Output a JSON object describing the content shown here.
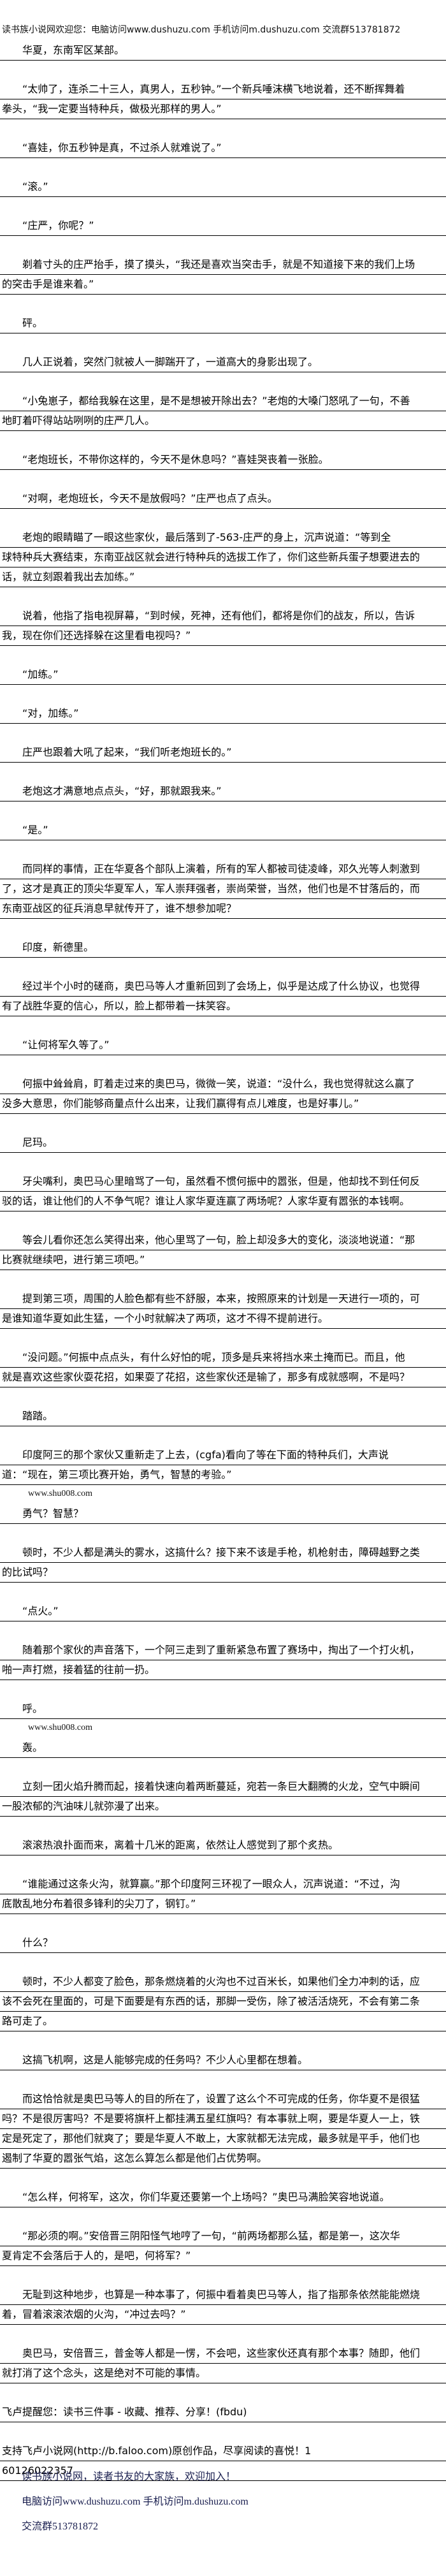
{
  "header": "读书族小说网欢迎您：电脑访问www.dushuzu.com 手机访问m.dushuzu.com 交流群513781872",
  "paragraphs": [
    {
      "indent": true,
      "lines": [
        "华夏，东南军区某部。"
      ]
    },
    {
      "indent": true,
      "lines": [
        "“太帅了，连杀二十三人，真男人，五秒钟。”一个新兵唾沫横飞地说着，还不断挥舞着",
        "拳头，“我一定要当特种兵，做极光那样的男人。”"
      ]
    },
    {
      "indent": true,
      "lines": [
        "“喜娃，你五秒钟是真，不过杀人就难说了。”"
      ]
    },
    {
      "indent": true,
      "lines": [
        "“滚。”"
      ]
    },
    {
      "indent": true,
      "lines": [
        "“庄严，你呢？”"
      ]
    },
    {
      "indent": true,
      "lines": [
        "剃着寸头的庄严抬手，摸了摸头，“我还是喜欢当突击手，就是不知道接下来的我们上场",
        "的突击手是谁来着。”"
      ]
    },
    {
      "indent": true,
      "lines": [
        "砰。"
      ]
    },
    {
      "indent": true,
      "lines": [
        "几人正说着，突然门就被人一脚踹开了，一道高大的身影出现了。"
      ]
    },
    {
      "indent": true,
      "lines": [
        "“小兔崽子，都给我躲在这里，是不是想被开除出去？”老炮的大嗓门怒吼了一句，不善",
        "地盯着吓得站站咧咧的庄严几人。"
      ]
    },
    {
      "indent": true,
      "lines": [
        "“老炮班长，不带你这样的，今天不是休息吗？”喜娃哭丧着一张脸。"
      ]
    },
    {
      "indent": true,
      "lines": [
        "“对啊，老炮班长，今天不是放假吗？”庄严也点了点头。"
      ]
    },
    {
      "indent": true,
      "lines": [
        "老炮的眼睛瞄了一眼这些家伙，最后落到了-563-庄严的身上，沉声说道：“等到全",
        "球特种兵大赛结束，东南亚战区就会进行特种兵的选拔工作了，你们这些新兵蛋子想要进去的",
        "话，就立刻跟着我出去加练。”"
      ]
    },
    {
      "indent": true,
      "lines": [
        "说着，他指了指电视屏幕，“到时候，死神，还有他们，都将是你们的战友，所以，告诉",
        "我，现在你们还选择躲在这里看电视吗？”"
      ]
    },
    {
      "indent": true,
      "lines": [
        "“加练。”"
      ]
    },
    {
      "indent": true,
      "lines": [
        "“对，加练。”"
      ]
    },
    {
      "indent": true,
      "lines": [
        "庄严也跟着大吼了起来，“我们听老炮班长的。”"
      ]
    },
    {
      "indent": true,
      "lines": [
        "老炮这才满意地点点头，“好，那就跟我来。”"
      ]
    },
    {
      "indent": true,
      "lines": [
        "“是。”"
      ]
    },
    {
      "indent": true,
      "lines": [
        "而同样的事情，正在华夏各个部队上演着，所有的军人都被司徒凌峰，邓久光等人刺激到",
        "了，这才是真正的顶尖华夏军人，军人崇拜强者，崇尚荣誉，当然，他们也是不甘落后的，而",
        "东南亚战区的征兵消息早就传开了，谁不想参加呢？"
      ]
    },
    {
      "indent": true,
      "lines": [
        "印度，新德里。"
      ]
    },
    {
      "indent": true,
      "lines": [
        "经过半个小时的磋商，奥巴马等人才重新回到了会场上，似乎是达成了什么协议，也觉得",
        "有了战胜华夏的信心，所以，脸上都带着一抹笑容。"
      ]
    },
    {
      "indent": true,
      "lines": [
        "“让何将军久等了。”"
      ]
    },
    {
      "indent": true,
      "lines": [
        "何振中耸耸肩，盯着走过来的奥巴马，微微一笑，说道：“没什么，我也觉得就这么赢了",
        "没多大意思，你们能够商量点什么出来，让我们赢得有点儿难度，也是好事儿。”"
      ]
    },
    {
      "indent": true,
      "lines": [
        "尼玛。"
      ]
    },
    {
      "indent": true,
      "lines": [
        "牙尖嘴利，奥巴马心里暗骂了一句，虽然看不惯何振中的嚣张，但是，他却找不到任何反",
        "驳的话，谁让他们的人不争气呢？谁让人家华夏连赢了两场呢？人家华夏有嚣张的本钱啊。"
      ]
    },
    {
      "indent": true,
      "lines": [
        "等会儿看你还怎么笑得出来，他心里骂了一句，脸上却没多大的变化，淡淡地说道：“那",
        "比赛就继续吧，进行第三项吧。”"
      ]
    },
    {
      "indent": true,
      "lines": [
        "提到第三项，周围的人脸色都有些不舒服，本来，按照原来的计划是一天进行一项的，可",
        "是谁知道华夏如此生猛，一个小时就解决了两项，这才不得不提前进行。"
      ]
    },
    {
      "indent": true,
      "lines": [
        "“没问题。”何振中点点头，有什么好怕的呢，顶多是兵来将挡水来土掩而已。而且，他",
        "就是喜欢这些家伙耍花招，如果耍了花招，这些家伙还是输了，那多有成就感啊，不是吗？"
      ]
    },
    {
      "indent": true,
      "lines": [
        "踏踏。"
      ]
    },
    {
      "indent": true,
      "lines": [
        "印度阿三的那个家伙又重新走了上去，(cgfa)看向了等在下面的特种兵们，大声说",
        "道：“现在，第三项比赛开始，勇气，智慧的考验。”"
      ]
    },
    {
      "indent": true,
      "pre": "www.shu008.com",
      "lines": [
        "勇气？智慧？"
      ]
    },
    {
      "indent": true,
      "lines": [
        "顿时，不少人都是满头的雾水，这搞什么？接下来不该是手枪，机枪射击，障碍越野之类",
        "的比试吗？"
      ]
    },
    {
      "indent": true,
      "lines": [
        "“点火。”"
      ]
    },
    {
      "indent": true,
      "lines": [
        "随着那个家伙的声音落下，一个阿三走到了重新紧急布置了赛场中，掏出了一个打火机，",
        "啪一声打燃，接着猛的往前一扔。"
      ]
    },
    {
      "indent": true,
      "lines": [
        "呼。"
      ]
    },
    {
      "indent": true,
      "pre": "www.shu008.com",
      "lines": [
        "轰。"
      ]
    },
    {
      "indent": true,
      "lines": [
        "立刻一团火焰升腾而起，接着快速向着两断蔓延，宛若一条巨大翻腾的火龙，空气中瞬间",
        "一股浓郁的汽油味儿就弥漫了出来。"
      ]
    },
    {
      "indent": true,
      "lines": [
        "滚滚热浪扑面而来，离着十几米的距离，依然让人感觉到了那个炙热。"
      ]
    },
    {
      "indent": true,
      "lines": [
        "“谁能通过这条火沟，就算赢。”那个印度阿三环视了一眼众人，沉声说道：“不过，沟",
        "底散乱地分布着很多锋利的尖刀了，钢钉。”"
      ]
    },
    {
      "indent": true,
      "lines": [
        "什么？"
      ]
    },
    {
      "indent": true,
      "lines": [
        "顿时，不少人都变了脸色，那条燃烧着的火沟也不过百米长，如果他们全力冲刺的话，应",
        "该不会死在里面的，可是下面要是有东西的话，那脚一受伤，除了被活活烧死，不会有第二条",
        "路可走了。"
      ]
    },
    {
      "indent": true,
      "lines": [
        "这搞飞机啊，这是人能够完成的任务吗？不少人心里都在想着。"
      ]
    },
    {
      "indent": true,
      "lines": [
        "而这恰恰就是奥巴马等人的目的所在了，设置了这么个不可完成的任务，你华夏不是很猛",
        "吗？不是很厉害吗？不是要将旗杆上都挂满五星红旗吗？有本事就上啊，要是华夏人一上，铁",
        "定是死定了，那他们就爽了；要是华夏人不敢上，大家就都无法完成，最多就是平手，他们也",
        "遏制了华夏的嚣张气焰，这怎么算怎么都是他们占优势啊。"
      ]
    },
    {
      "indent": true,
      "lines": [
        "“怎么样，何将军，这次，你们华夏还要第一个上场吗？”奥巴马满脸笑容地说道。"
      ]
    },
    {
      "indent": true,
      "lines": [
        "“那必须的啊。”安倍晋三阴阳怪气地哼了一句，“前两场都那么猛，都是第一，这次华",
        "夏肯定不会落后于人的，是吧，何将军？”"
      ]
    },
    {
      "indent": true,
      "lines": [
        "无耻到这种地步，也算是一种本事了，何振中看着奥巴马等人，指了指那条依然能能燃烧",
        "着，冒着滚滚浓烟的火沟，“冲过去吗？”"
      ]
    },
    {
      "indent": true,
      "lines": [
        "奥巴马，安倍晋三，普金等人都是一愣，不会吧，这些家伙还真有那个本事？随即，他们",
        "就打消了这个念头，这是绝对不可能的事情。"
      ]
    },
    {
      "indent": false,
      "lines": [
        "飞卢提醒您：读书三件事 - 收藏、推荐、分享！(fbdu)"
      ]
    },
    {
      "indent": false,
      "lines": [
        "支持飞卢小说网(http://b.faloo.com)原创作品，尽享阅读的喜悦！1",
        "60126022357"
      ]
    }
  ],
  "footer": {
    "line1": "读书族小说网，读者书友的大家族，欢迎加入！",
    "line2": "电脑访问www.dushuzu.com 手机访问m.dushuzu.com",
    "line3": "交流群513781872"
  }
}
